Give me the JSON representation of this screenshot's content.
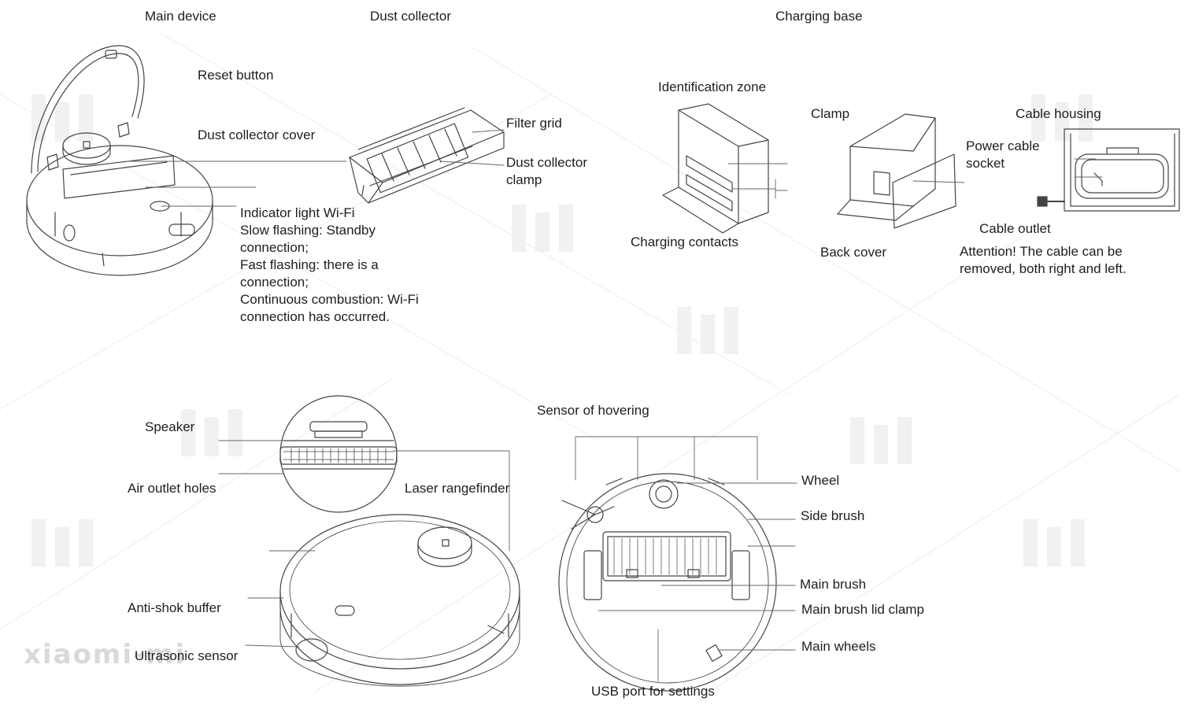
{
  "sections": {
    "main_device": "Main device",
    "dust_collector": "Dust collector",
    "charging_base": "Charging base"
  },
  "labels": {
    "reset_button": "Reset button",
    "dust_collector_cover": "Dust collector cover",
    "indicator_light": "Indicator light Wi-Fi\nSlow flashing: Standby\nconnection;\nFast flashing: there is a\nconnection;\nContinuous combustion: Wi-Fi\nconnection has occurred.",
    "filter_grid": "Filter grid",
    "dust_collector_clamp": "Dust collector\nclamp",
    "identification_zone": "Identification zone",
    "charging_contacts": "Charging contacts",
    "clamp": "Clamp",
    "back_cover": "Back cover",
    "power_cable_socket": "Power cable\nsocket",
    "cable_housing": "Cable housing",
    "cable_outlet": "Cable outlet",
    "attention": "Attention! The cable can be\nremoved, both right and left.",
    "speaker": "Speaker",
    "air_outlet_holes": "Air outlet holes",
    "laser_rangefinder": "Laser rangefinder",
    "anti_shok_buffer": "Anti-shok buffer",
    "ultrasonic_sensor": "Ultrasonic sensor",
    "sensor_of_hovering": "Sensor of hovering",
    "wheel": "Wheel",
    "side_brush": "Side brush",
    "main_brush": "Main brush",
    "main_brush_lid_clamp": "Main brush lid clamp",
    "main_wheels": "Main wheels",
    "usb_port": "USB port for settings"
  },
  "watermark": {
    "text": "xiaomi-mi"
  },
  "colors": {
    "line": "#444444",
    "text": "#1e1e1e",
    "watermark": "#d9d9d9"
  }
}
